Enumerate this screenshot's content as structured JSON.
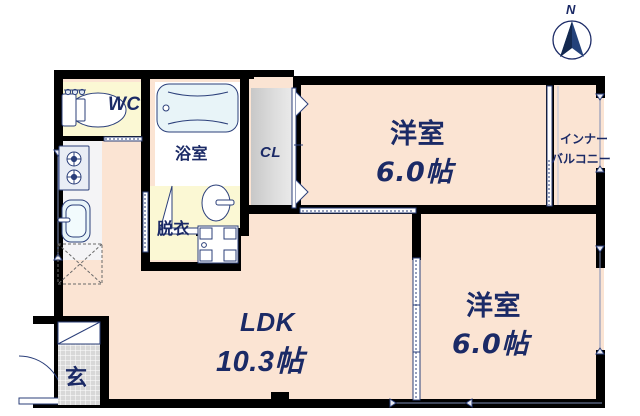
{
  "plan": {
    "title": "Apartment floor plan 2LDK",
    "compass": {
      "label": "N",
      "name": "north-arrow"
    },
    "colors": {
      "wall": "#000000",
      "room_fill": "#fbe4d3",
      "wet_fill": "#fbf8d4",
      "closet_fill": "#d4d4d4",
      "tub_fill": "#e8f4f8",
      "text": "#1b2a66",
      "background": "#ffffff",
      "thin_line": "#2b3f7a",
      "entry_tile": "#cfcfcf"
    },
    "rooms": [
      {
        "id": "wc",
        "label": "WC",
        "area": "",
        "style": "latin"
      },
      {
        "id": "bath",
        "label": "浴室",
        "area": "",
        "style": "jp"
      },
      {
        "id": "datsui",
        "label": "脱衣",
        "area": "",
        "style": "jp"
      },
      {
        "id": "closet",
        "label": "CL",
        "area": "",
        "style": "latin"
      },
      {
        "id": "ldk",
        "label": "LDK",
        "area": "10.3帖",
        "style": "latin"
      },
      {
        "id": "washitsu1",
        "label": "洋室",
        "area": "6.0帖",
        "style": "jp"
      },
      {
        "id": "washitsu2",
        "label": "洋室",
        "area": "6.0帖",
        "style": "jp"
      },
      {
        "id": "balcony",
        "label": "インナー",
        "label2": "バルコニー",
        "area": "",
        "style": "jp"
      },
      {
        "id": "genkan",
        "label": "玄",
        "area": "",
        "style": "jp"
      }
    ],
    "fixtures": [
      {
        "name": "toilet",
        "room": "wc"
      },
      {
        "name": "bathtub",
        "room": "bath"
      },
      {
        "name": "washbasin",
        "room": "datsui"
      },
      {
        "name": "washer-space",
        "room": "datsui"
      },
      {
        "name": "kitchen-stove",
        "room": "ldk"
      },
      {
        "name": "kitchen-sink",
        "room": "ldk"
      },
      {
        "name": "refrigerator-space",
        "room": "ldk"
      },
      {
        "name": "shoe-box",
        "room": "genkan"
      }
    ]
  }
}
